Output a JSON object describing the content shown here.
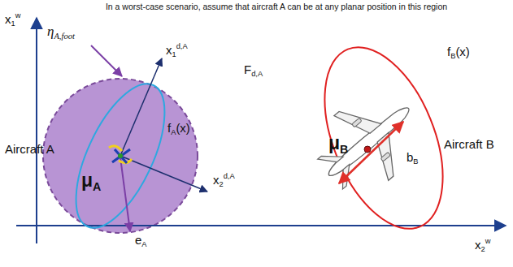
{
  "diagram": {
    "labels": [
      "In a worst-case scenario, assume that aircraft A can be at any planar position in this region",
      "x1w",
      "ηA,foot",
      "x1d,A",
      "Fd,A",
      "Aircraft A",
      "fA(x)",
      "μA",
      "x2d,A",
      "eA",
      "fB(x)",
      "μB",
      "bB",
      "Aircraft B",
      "x2w"
    ]
  }
}
